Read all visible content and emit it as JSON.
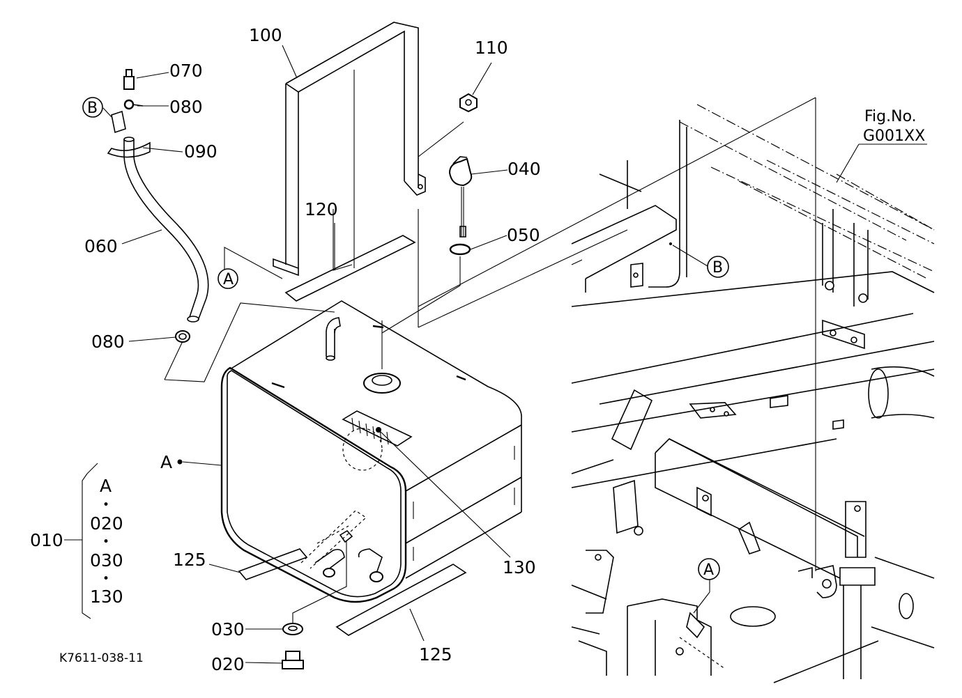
{
  "drawing": {
    "id_code": "K7611-038-11",
    "fig_ref_line1": "Fig.No.",
    "fig_ref_line2": "G001XX"
  },
  "callouts": {
    "p100": "100",
    "p110": "110",
    "p070": "070",
    "p080_top": "080",
    "p090": "090",
    "p040": "040",
    "p120": "120",
    "p050": "050",
    "p060": "060",
    "p080_bottom": "080",
    "p130": "130",
    "p125_left": "125",
    "p125_right": "125",
    "p030": "030",
    "p020": "020",
    "p010": "010"
  },
  "reference_markers": {
    "marker_a_tank": "A",
    "marker_a_bracket": "A",
    "marker_a_frame": "A",
    "marker_b_hose": "B",
    "marker_b_frame": "B"
  },
  "assembly_list": {
    "items": [
      "A",
      "020",
      "030",
      "130"
    ],
    "separator": "•"
  }
}
